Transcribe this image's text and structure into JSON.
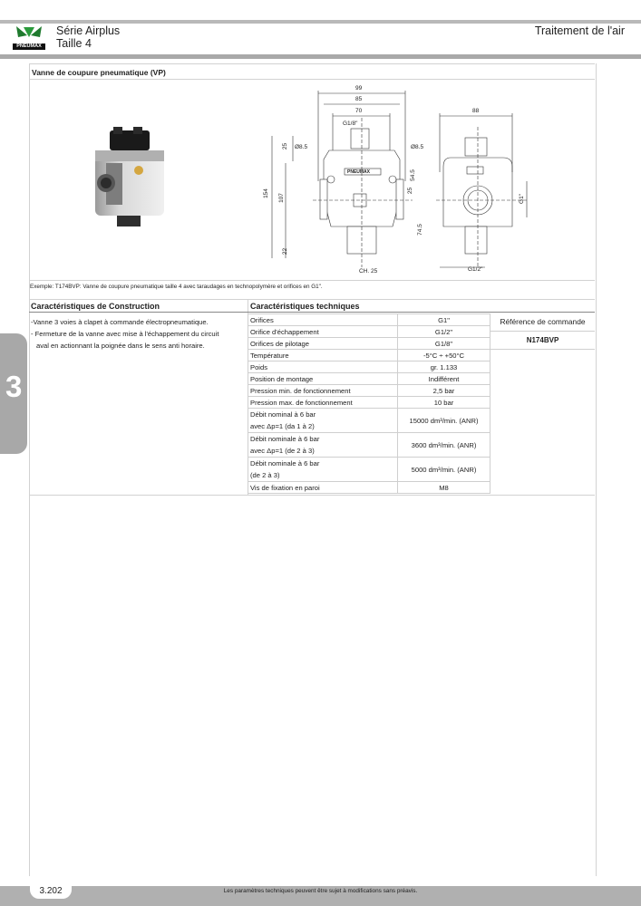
{
  "header": {
    "series": "Série Airplus",
    "size": "Taille 4",
    "domain": "Traitement de l'air",
    "logo_text": "PNEUMAX"
  },
  "section": {
    "title": "Vanne de coupure pneumatique (VP)",
    "example": "Exemple: T174BVP: Vanne de coupure pneumatique taille 4 avec taraudages en technopolymère et orifices en G1\"."
  },
  "drawing": {
    "dims_top": [
      "99",
      "85",
      "70",
      "G1/8\"",
      "88"
    ],
    "dims_left": [
      "154",
      "107",
      "25",
      "22"
    ],
    "dims_mid": [
      "54.5",
      "25",
      "74.5"
    ],
    "labels": [
      "Ø8.5",
      "Ø8.5",
      "G1\"",
      "CH. 25",
      "G1/2\""
    ],
    "brand_plate": "PNEUMAX"
  },
  "construction": {
    "title": "Caractéristiques de Construction",
    "lines": [
      "-Vanne 3 voies à clapet à commande électropneumatique.",
      "- Fermeture de la vanne avec mise à l'échappement du circuit",
      "  aval en actionnant la poignée dans le sens anti horaire."
    ]
  },
  "technical": {
    "title": "Caractéristiques techniques",
    "rows": [
      {
        "label": "Orifices",
        "value": "G1\""
      },
      {
        "label": "Orifice d'échappement",
        "value": "G1/2\""
      },
      {
        "label": "Orifices de pilotage",
        "value": "G1/8\""
      },
      {
        "label": "Température",
        "value": "-5°C ÷ +50°C"
      },
      {
        "label": "Poids",
        "value": "gr. 1.133"
      },
      {
        "label": "Position de montage",
        "value": "Indifférent"
      },
      {
        "label": "Pression min. de fonctionnement",
        "value": "2,5 bar"
      },
      {
        "label": "Pression max. de fonctionnement",
        "value": "10 bar"
      }
    ],
    "flow_rows": [
      {
        "label1": "Débit nominal à 6 bar",
        "label2": "avec Δp=1 (da 1 à 2)",
        "value": "15000 dm³/min. (ANR)"
      },
      {
        "label1": "Débit nominale à 6 bar",
        "label2": "avec Δp=1 (de 2 à 3)",
        "value": "3600 dm³/min. (ANR)"
      },
      {
        "label1": "Débit nominale à 6 bar",
        "label2": "(de 2 à 3)",
        "value": "5000 dm³/min. (ANR)"
      }
    ],
    "last_row": {
      "label": "Vis de fixation en paroi",
      "value": "M8"
    }
  },
  "order": {
    "title": "Référence de commande",
    "code": "N174BVP"
  },
  "side_tab": "3",
  "footer": {
    "page": "3.202",
    "note": "Les paramètres techniques peuvent être sujet à modifications sans préavis."
  }
}
